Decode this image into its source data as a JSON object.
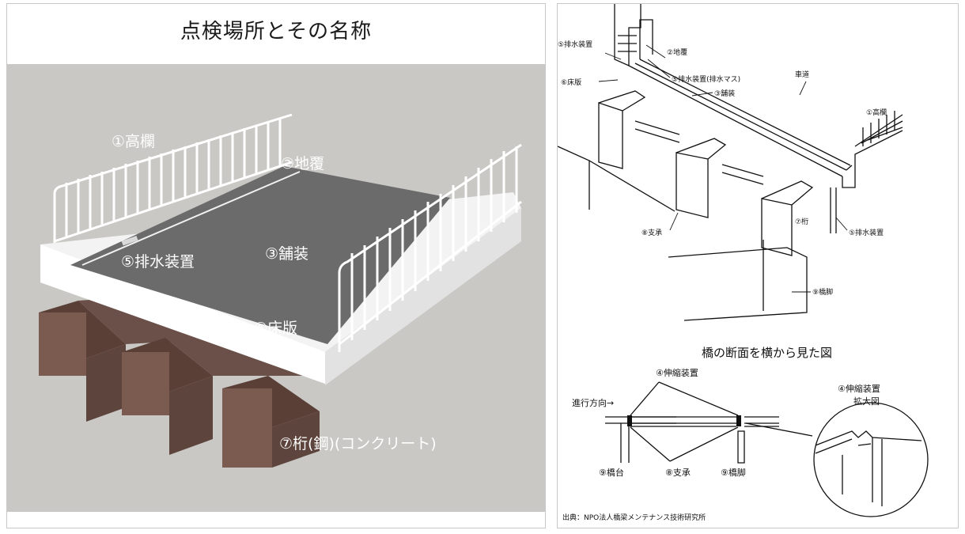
{
  "left": {
    "title": "点検場所とその名称",
    "labels": {
      "railing": "①高欄",
      "curb": "②地覆",
      "pavement": "③舗装",
      "drainage": "⑤排水装置",
      "slab": "⑥床版",
      "girder": "⑦桁(鋼)(コンクリート)"
    },
    "colors": {
      "background": "#c9c8c4",
      "pavement": "#6b6b6b",
      "girder": "#6e5148",
      "concrete": "#ffffff"
    }
  },
  "right": {
    "top_labels": {
      "curb": "②地覆",
      "drain_top": "⑤排水装置",
      "drain_basin": "⑤排水装置(排水マス)",
      "slab": "⑥床版",
      "pavement": "③舗装",
      "carriageway": "車道",
      "railing": "①高欄",
      "girder": "⑦桁",
      "bearing": "⑧支承",
      "drain_side": "⑤排水装置",
      "pier": "⑨橋脚"
    },
    "section_title": "橋の断面を横から見た図",
    "bottom_labels": {
      "joint": "④伸縮装置",
      "direction": "進行方向→",
      "joint_zoom_1": "④伸縮装置",
      "joint_zoom_2": "拡大図",
      "abutment": "⑨橋台",
      "bearing": "⑧支承",
      "pier": "⑨橋脚"
    },
    "source": "出典：NPO法人橋梁メンテナンス技術研究所"
  }
}
